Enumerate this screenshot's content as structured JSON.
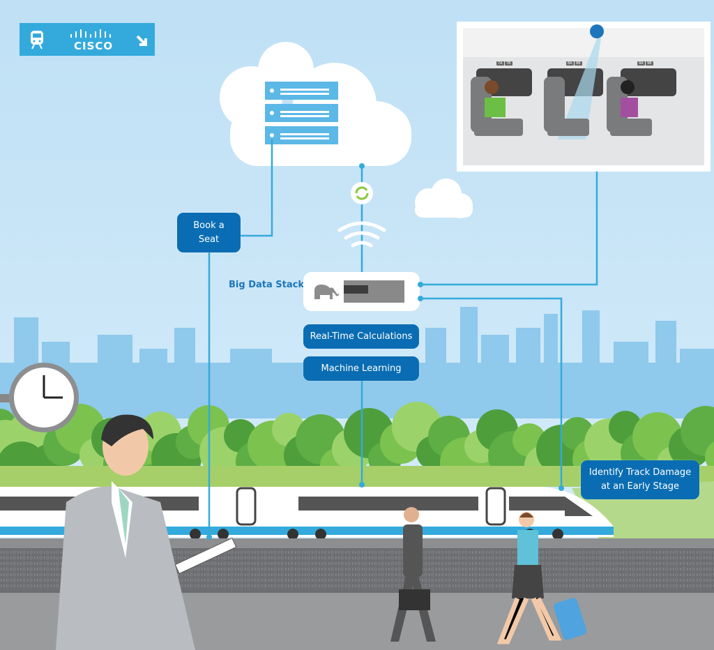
{
  "logo": {
    "brand": "CISCO",
    "train_icon": "train-icon",
    "arrow_icon": "arrow-down-right-icon"
  },
  "cloud": {
    "sync_icon": "sync-icon",
    "wifi_icon": "wifi-icon"
  },
  "book_seat": {
    "label": "Book a Seat"
  },
  "big_data": {
    "label": "Big Data Stack",
    "icon": "elephant-icon"
  },
  "buttons": {
    "realtime": "Real-Time Calculations",
    "ml": "Machine Learning"
  },
  "track_damage": {
    "label": "Identify Track Damage at an Early Stage"
  },
  "cabin": {
    "seats": [
      "7A",
      "7B",
      "8A",
      "8B",
      "9A",
      "9B"
    ]
  },
  "colors": {
    "accent": "#0a6db3",
    "logo": "#34aadc",
    "line": "#34aadc",
    "sky": "#c9e6f7"
  }
}
